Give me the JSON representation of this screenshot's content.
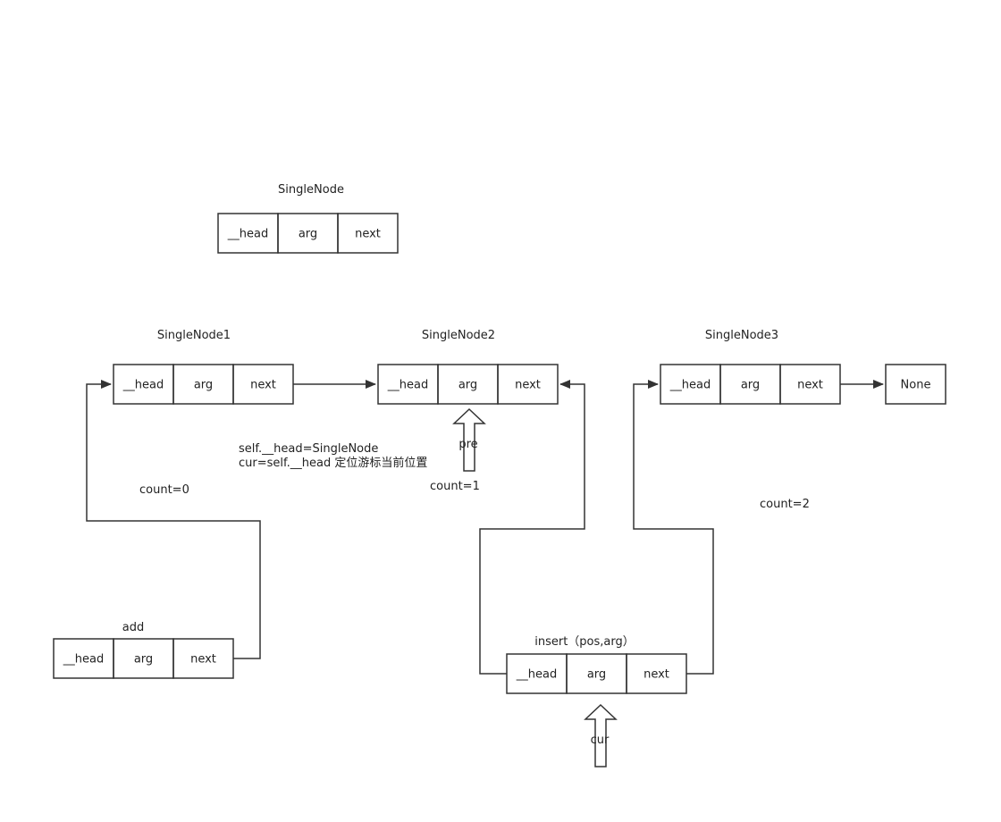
{
  "colors": {
    "stroke": "#333333",
    "background": "#ffffff",
    "text": "#222222"
  },
  "cell_labels": {
    "head": "__head",
    "arg": "arg",
    "next": "next"
  },
  "nodes": {
    "template": {
      "title": "SingleNode"
    },
    "node1": {
      "title": "SingleNode1"
    },
    "node2": {
      "title": "SingleNode2"
    },
    "node3": {
      "title": "SingleNode3"
    },
    "add": {
      "title": "add"
    },
    "insert": {
      "title": "insert（pos,arg）"
    }
  },
  "none_box": {
    "label": "None"
  },
  "annotations": {
    "count0": "count=0",
    "count1": "count=1",
    "count2": "count=2",
    "head_assign": "self.__head=SingleNode",
    "cur_assign": "cur=self.__head  定位游标当前位置"
  },
  "pointers": {
    "pre": {
      "label": "pre"
    },
    "cur": {
      "label": "cur"
    }
  }
}
